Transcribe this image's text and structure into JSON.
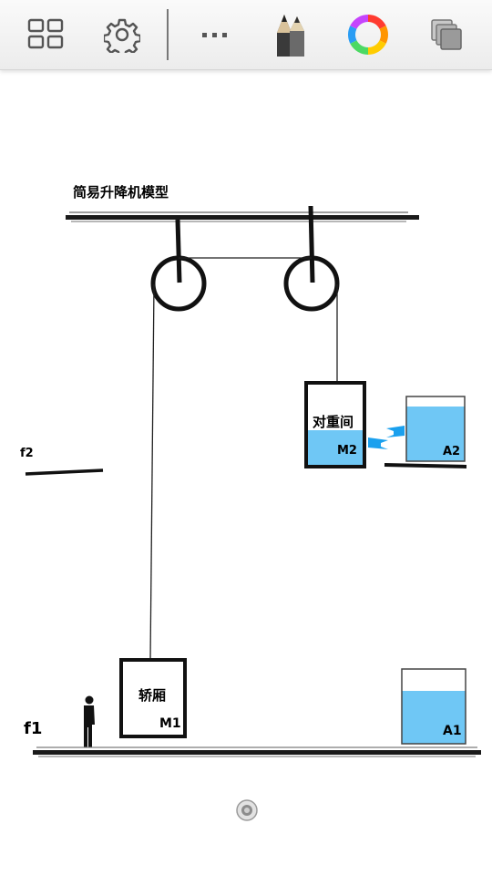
{
  "toolbar": {
    "icons": [
      "grid-icon",
      "settings-gear-icon",
      "more-options-icon",
      "pencil-tools-icon",
      "color-wheel-icon",
      "layers-icon"
    ]
  },
  "diagram": {
    "title": "简易升降机模型",
    "car_label": "轿厢",
    "car_mass": "M1",
    "counterweight_label": "对重间",
    "counterweight_mass": "M2",
    "tank_small_label": "A2",
    "tank_large_label": "A1",
    "floor_upper_label": "f2",
    "floor_lower_label": "f1",
    "water_color": "#6fc7f5",
    "arrow_color": "#1aa0ee"
  }
}
